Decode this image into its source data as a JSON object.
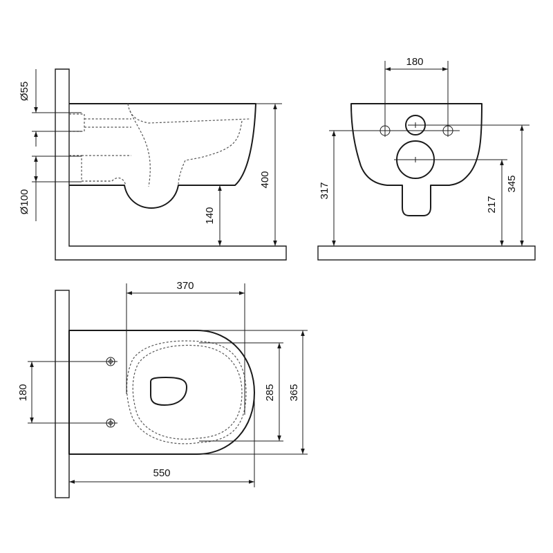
{
  "views": {
    "side": {
      "dim_outlet_55": "Ø55",
      "dim_outlet_100": "Ø100",
      "dim_height_400": "400",
      "dim_height_140": "140"
    },
    "rear": {
      "dim_bolt_spacing": "180",
      "dim_height_317": "317",
      "dim_height_217": "217",
      "dim_height_345": "345"
    },
    "top": {
      "dim_depth_370": "370",
      "dim_bolt_spacing": "180",
      "dim_width_285": "285",
      "dim_width_365": "365",
      "dim_length_550": "550"
    }
  },
  "colors": {
    "line": "#1a1a1a",
    "hidden_line": "#555555",
    "background": "#ffffff"
  }
}
